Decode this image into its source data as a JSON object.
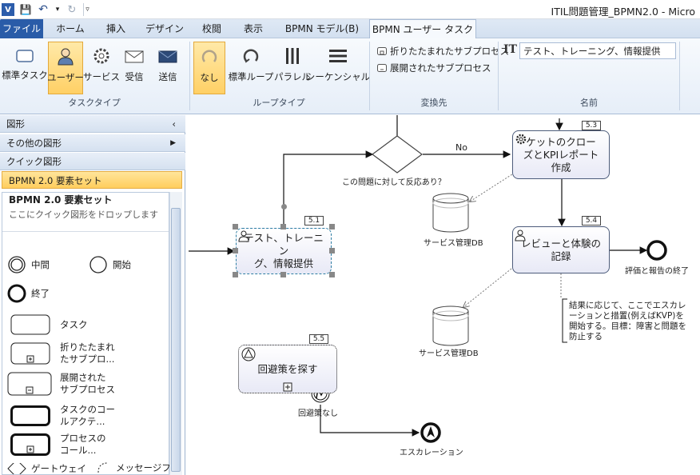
{
  "window": {
    "title": "ITIL問題管理_BPMN2.0 - Micro"
  },
  "qat": {
    "save": "💾",
    "undo": "↶",
    "undo_drop": "▾",
    "redo": "↻",
    "customize": "▿"
  },
  "tabs": [
    {
      "label": "ファイル"
    },
    {
      "label": "ホーム"
    },
    {
      "label": "挿入"
    },
    {
      "label": "デザイン"
    },
    {
      "label": "校閲"
    },
    {
      "label": "表示"
    },
    {
      "label": "BPMN モデル(B)"
    },
    {
      "label": "BPMN ユーザー タスク"
    }
  ],
  "ribbon": {
    "task_types": {
      "group": "タスクタイプ",
      "items": [
        "標準タスク",
        "ユーザー",
        "サービス",
        "受信",
        "送信"
      ]
    },
    "loop_types": {
      "group": "ループタイプ",
      "items": [
        "なし",
        "標準ループ",
        "パラレル",
        "シーケンシャル"
      ]
    },
    "convert": {
      "group": "変換先",
      "items": [
        "折りたたまれたサブプロセス",
        "展開されたサブプロセス"
      ]
    },
    "name": {
      "group": "名前",
      "value": "テスト、トレーニング、情報提供"
    }
  },
  "panel": {
    "shapes": "図形",
    "more": "その他の図形",
    "quick": "クイック図形",
    "bpmn": "BPMN 2.0 要素セット",
    "stencil_title": "BPMN 2.0 要素セット",
    "stencil_hint": "ここにクイック図形をドロップします",
    "items": [
      "中間",
      "開始",
      "終了",
      "タスク",
      "折りたたまれ",
      "たサブプロ...",
      "展開された",
      "サブプロセス",
      "タスクのコー",
      "ルアクテ...",
      "プロセスの",
      "コール...",
      "ゲートウェイ",
      "メッセージフ"
    ]
  },
  "canvas": {
    "gateway_q": "この問題に対して反応あり？",
    "no": "No",
    "t53_tag": "5.3",
    "t53_l1": "ケットのクロー",
    "t53_l2": "ズとKPIレポート",
    "t53_l3": "作成",
    "t51_tag": "5.1",
    "t51_l1": "テスト、トレーニン",
    "t51_l2": "グ、情報提供",
    "t54_tag": "5.4",
    "t54_l1": "レビューと体験の",
    "t54_l2": "記録",
    "t55_tag": "5.5",
    "t55_l1": "回避策を探す",
    "db1": "サービス管理DB",
    "db2": "サービス管理DB",
    "end1": "評価と報告の終了",
    "note": [
      "結果に応じて、ここでエスカレ",
      "ーションと措置(例えばKVP)を",
      "開始する。目標：障害と問題を",
      "防止する"
    ],
    "workaround_none": "回避策なし",
    "escalation": "エスカレーション"
  }
}
